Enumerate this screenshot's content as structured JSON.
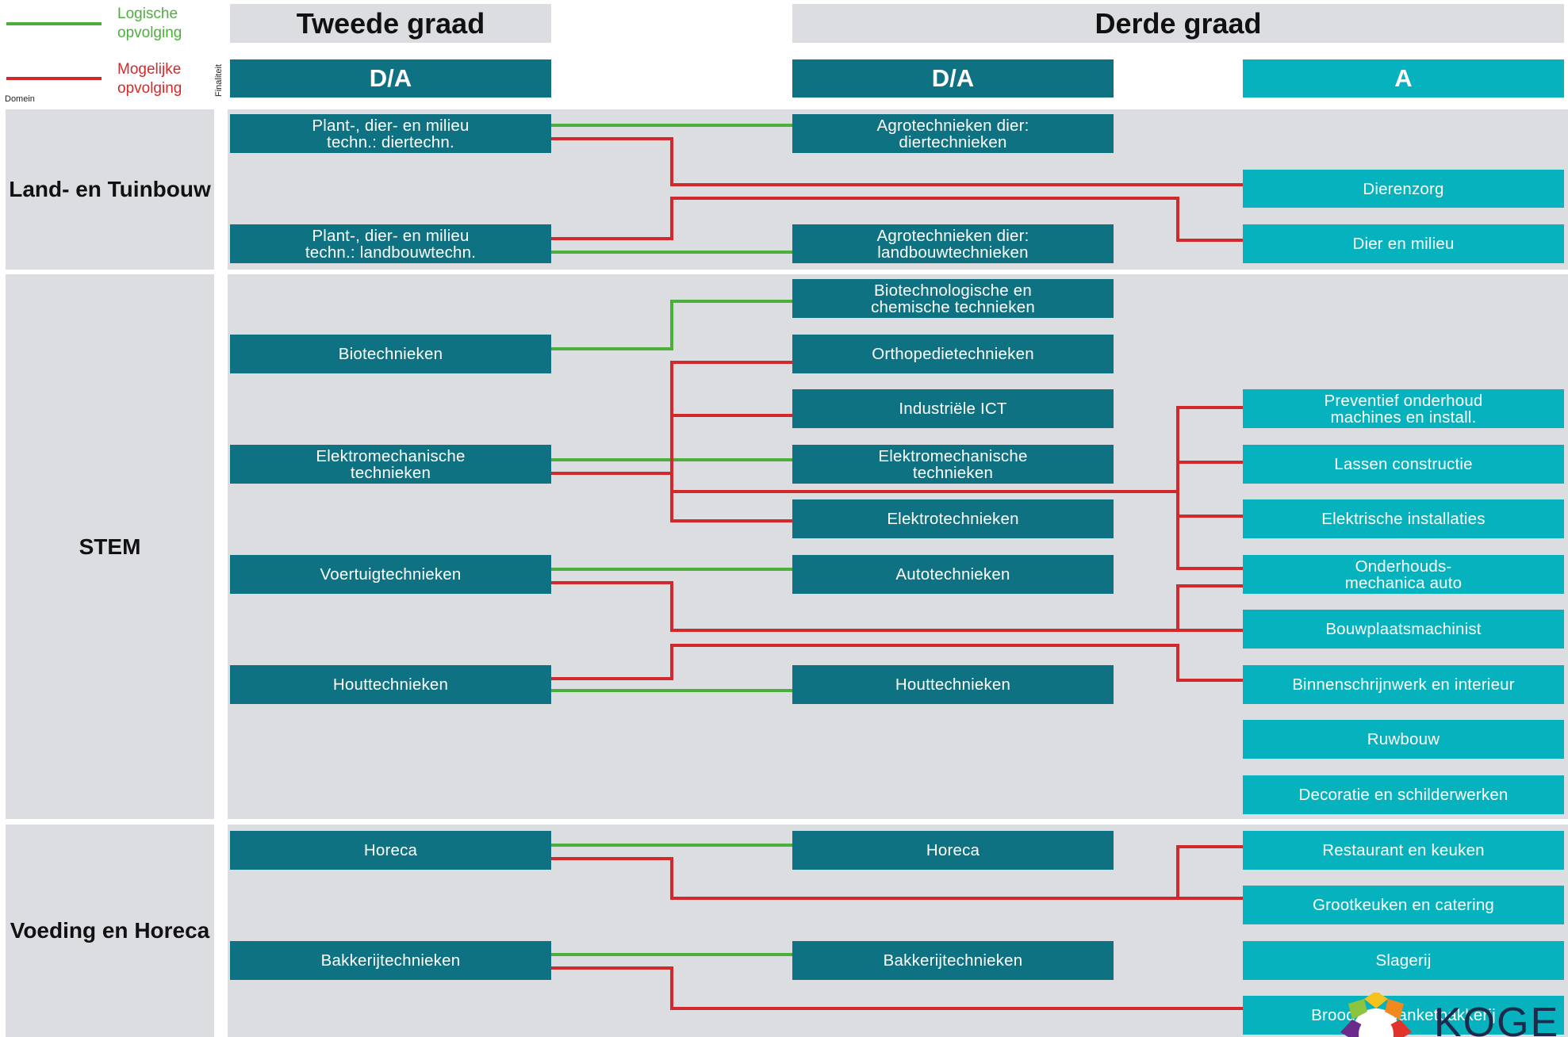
{
  "colors": {
    "dark_teal": "#0f7282",
    "light_teal": "#05b2bd",
    "green": "#4caf3c",
    "red": "#d22a2c",
    "band": "#dcdde0"
  },
  "legend": {
    "logical": "Logische\nopvolging",
    "possible": "Mogelijke\nopvolging",
    "domain_label": "Domein",
    "finaliteit_label": "Finaliteit"
  },
  "headers": {
    "second_grade": "Tweede graad",
    "third_grade": "Derde graad",
    "col1_finality": "D/A",
    "col2_finality": "D/A",
    "col3_finality": "A"
  },
  "domains": {
    "land": "Land- en Tuinbouw",
    "stem": "STEM",
    "food": "Voeding en Horeca"
  },
  "second_grade": {
    "diertechn": "Plant-, dier- en milieu\ntechn.: diertechn.",
    "landbouwtechn": "Plant-, dier- en milieu\ntechn.: landbouwtechn.",
    "biotech": "Biotechnieken",
    "elektromech": "Elektromechanische\ntechnieken",
    "voertuig": "Voertuigtechnieken",
    "hout": "Houttechnieken",
    "horeca": "Horeca",
    "bakkerij": "Bakkerijtechnieken"
  },
  "third_da": {
    "agro_dier": "Agrotechnieken dier:\ndiertechnieken",
    "agro_landbouw": "Agrotechnieken dier:\nlandbouwtechnieken",
    "biotech_chem": "Biotechnologische en\nchemische technieken",
    "ortho": "Orthopedietechnieken",
    "ict": "Industriële ICT",
    "elektromech": "Elektromechanische\ntechnieken",
    "elektro": "Elektrotechnieken",
    "auto": "Autotechnieken",
    "hout": "Houttechnieken",
    "horeca": "Horeca",
    "bakkerij": "Bakkerijtechnieken"
  },
  "third_a": {
    "dierenzorg": "Dierenzorg",
    "dier_milieu": "Dier en milieu",
    "preventief": "Preventief onderhoud\nmachines en install.",
    "lassen": "Lassen constructie",
    "elek_inst": "Elektrische installaties",
    "onderhoud": "Onderhouds-\nmechanica  auto",
    "bouwplaats": "Bouwplaatsmachinist",
    "binnen": "Binnenschrijnwerk en interieur",
    "ruwbouw": "Ruwbouw",
    "decoratie": "Decoratie en schilderwerken",
    "restaurant": "Restaurant en keuken",
    "grootkeuken": "Grootkeuken en catering",
    "slagerij": "Slagerij",
    "brood": "Brood- en banketbakkerij"
  },
  "logo_text": "KOGE"
}
